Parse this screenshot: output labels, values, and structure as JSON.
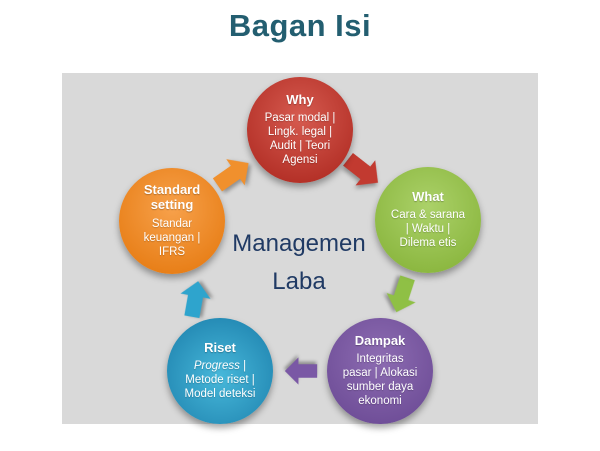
{
  "page": {
    "title": "Bagan Isi"
  },
  "center": {
    "line1": "Managemen",
    "line2": "Laba"
  },
  "nodes": {
    "why": {
      "title": "Why",
      "body": "Pasar modal |\nLingk. legal |\nAudit | Teori\nAgensi"
    },
    "what": {
      "title": "What",
      "body": "Cara  & sarana\n| Waktu |\nDilema etis"
    },
    "dampak": {
      "title": "Dampak",
      "body": "Integritas\npasar | Alokasi\nsumber daya\nekonomi"
    },
    "riset": {
      "title": "Riset",
      "body_italic": "Progress",
      "body_rest": " |\nMetode riset |\nModel deteksi"
    },
    "standard": {
      "title": "Standard\nsetting",
      "body": "Standar\nkeuangan |\nIFRS"
    }
  },
  "arrows": [
    {
      "name": "standard-to-why",
      "color_key": "orange"
    },
    {
      "name": "why-to-what",
      "color_key": "red"
    },
    {
      "name": "what-to-dampak",
      "color_key": "green"
    },
    {
      "name": "dampak-to-riset",
      "color_key": "purple"
    },
    {
      "name": "riset-to-standard",
      "color_key": "blue"
    }
  ],
  "palette": {
    "red": {
      "light": "#d65b50",
      "dark": "#b22e25",
      "arrow": "#c23a30"
    },
    "green": {
      "light": "#abd169",
      "dark": "#8ab63e",
      "arrow": "#8fc045"
    },
    "purple": {
      "light": "#8d6cb2",
      "dark": "#6e4d97",
      "arrow": "#7a58a5"
    },
    "blue": {
      "light": "#47b8da",
      "dark": "#2287b2",
      "arrow": "#2ea4cd"
    },
    "orange": {
      "light": "#f7a14b",
      "dark": "#e77d15",
      "arrow": "#f0902d"
    },
    "title_text": "#235e70",
    "center_text": "#203a64",
    "panel_bg": "#d9d9d9",
    "node_text": "#ffffff"
  }
}
